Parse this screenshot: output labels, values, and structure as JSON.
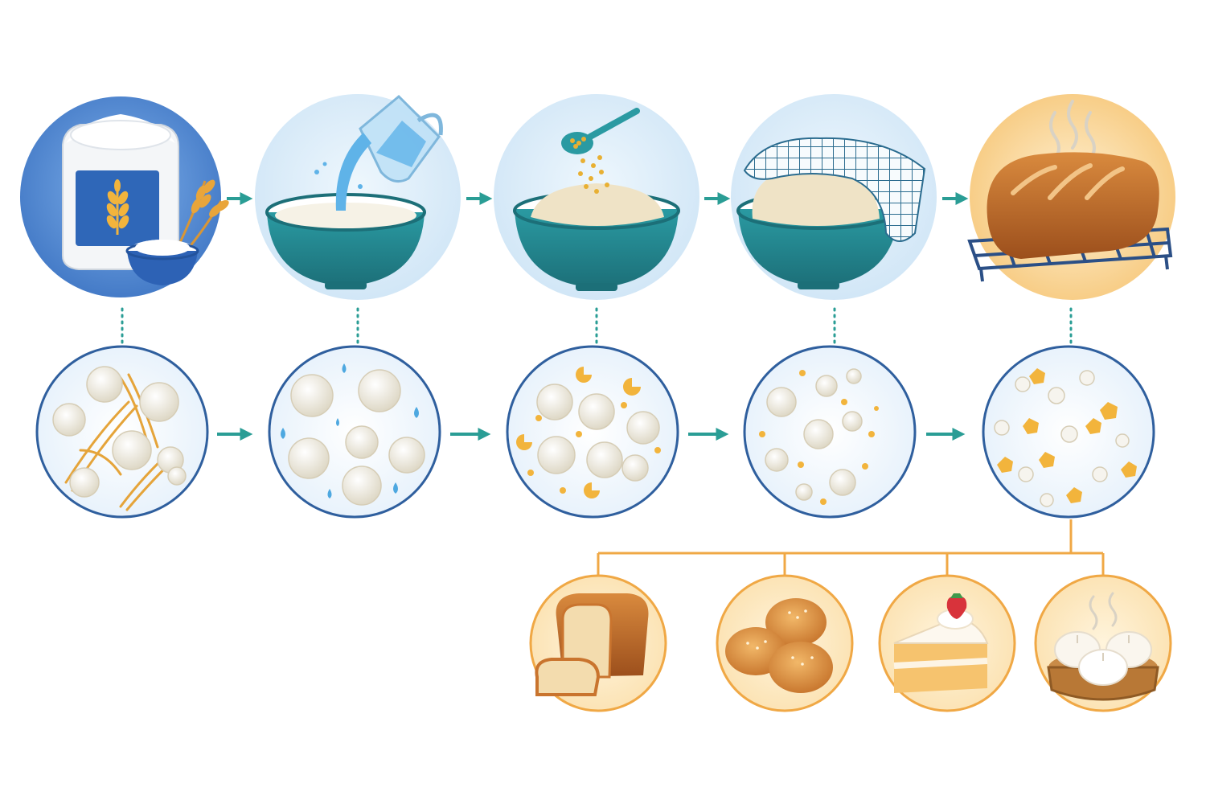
{
  "diagram": {
    "stages": [
      {
        "illustration": "flour-sack-icon",
        "micro": "starch-granules-gluten-strands"
      },
      {
        "illustration": "pouring-water-bowl-icon",
        "micro": "hydrated-granules"
      },
      {
        "illustration": "adding-yeast-bowl-icon",
        "micro": "yeast-dough-particles"
      },
      {
        "illustration": "proofing-covered-bowl-icon",
        "micro": "fermenting-dough-particles"
      },
      {
        "illustration": "baked-loaf-icon",
        "micro": "baked-crumb-particles"
      }
    ],
    "products": [
      {
        "icon": "sliced-bread-loaf-icon"
      },
      {
        "icon": "bread-buns-icon"
      },
      {
        "icon": "cake-slice-icon"
      },
      {
        "icon": "steamed-buns-basket-icon"
      }
    ],
    "colors": {
      "flow_arrow": "#2a9d95",
      "micro_border": "#2f5f9e",
      "branch_line": "#f0a845",
      "bowl": "#24868f",
      "dough": "#efe3c6",
      "crust": "#c9742e",
      "stage1_bg": "#4f86cf",
      "stage_bg": "#d7ebf8",
      "stage5_bg": "#f7cf86",
      "product_bg": "#fde9c2"
    }
  }
}
